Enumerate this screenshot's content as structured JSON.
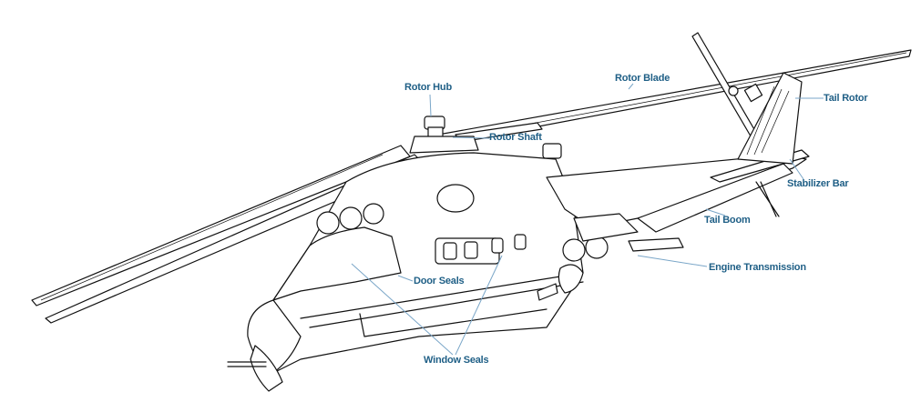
{
  "diagram": {
    "subject": "Attack helicopter line drawing with component callouts",
    "accent_color": "#1f5f86",
    "leader_color": "#7aa6c8",
    "labels": {
      "rotor_hub": "Rotor Hub",
      "rotor_shaft": "Rotor Shaft",
      "rotor_blade": "Rotor Blade",
      "tail_rotor": "Tail Rotor",
      "stabilizer_bar": "Stabilizer Bar",
      "tail_boom": "Tail Boom",
      "engine_transmission": "Engine Transmission",
      "door_seals": "Door Seals",
      "window_seals": "Window Seals"
    }
  }
}
